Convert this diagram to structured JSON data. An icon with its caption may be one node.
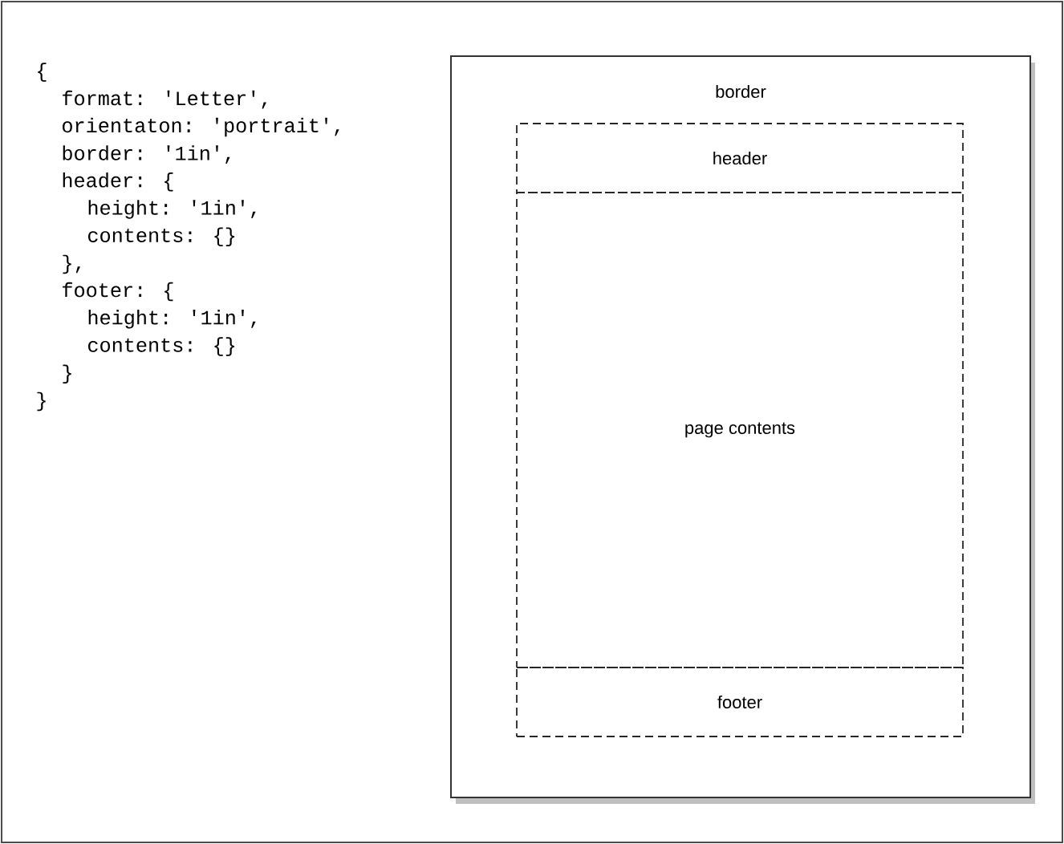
{
  "diagram": {
    "nodes": [
      {
        "text": [
          "border"
        ]
      },
      {
        "text": [
          "header"
        ],
        "in": 0
      },
      {
        "text": [
          "page contents"
        ],
        "in": 0
      },
      {
        "text": [
          "footer"
        ],
        "in": 0
      }
    ],
    "labels": [
      "{",
      "format: 'Letter',",
      "orientaton: 'portrait',",
      "border: '1in',",
      "header: {",
      "height: '1in',",
      "contents: {}",
      "},",
      "footer: {",
      "height: '1in',",
      "contents: {}",
      "}",
      "}"
    ]
  }
}
